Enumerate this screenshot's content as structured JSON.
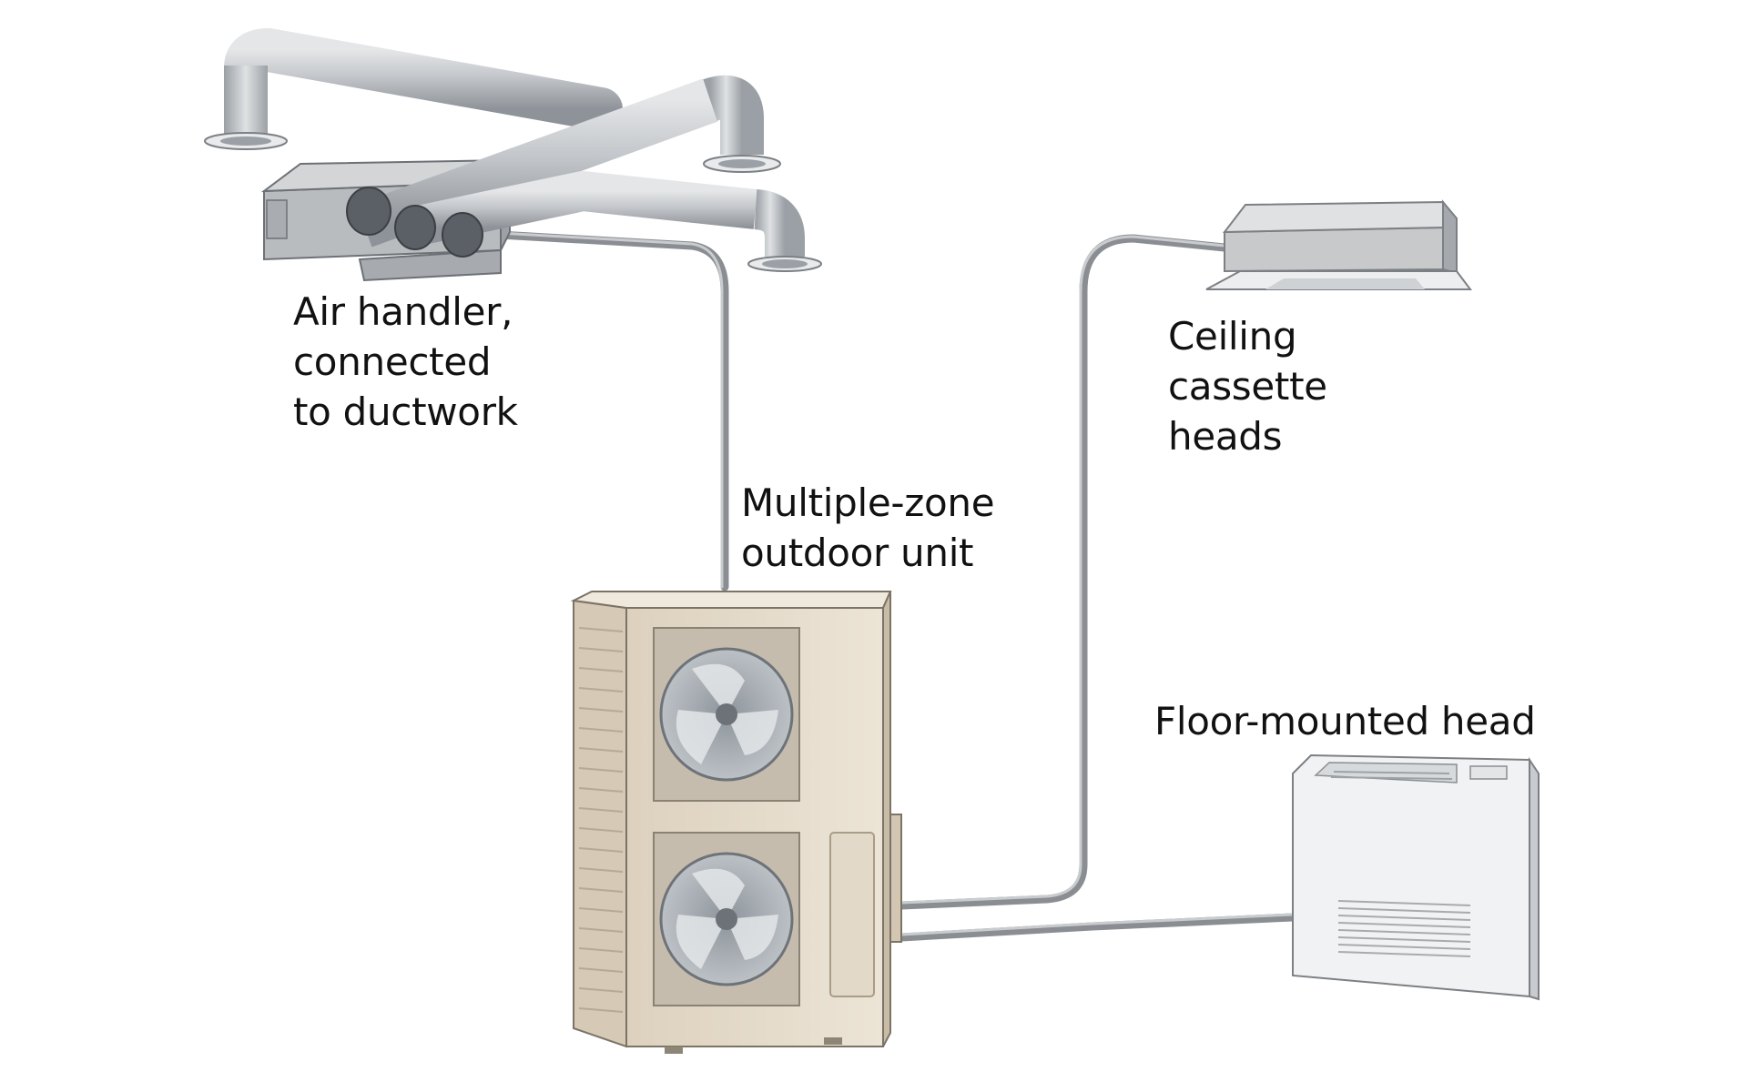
{
  "diagram": {
    "labels": {
      "air_handler": [
        "Air handler,",
        "connected",
        "to ductwork"
      ],
      "ceiling_cassette": [
        "Ceiling",
        "cassette",
        "heads"
      ],
      "outdoor_unit": [
        "Multiple-zone",
        "outdoor unit"
      ],
      "floor_head": [
        "Floor-mounted head"
      ]
    },
    "colors": {
      "duct": "#c3c6ca",
      "duct_shade": "#8e9399",
      "line_set": "#8a8e92",
      "outdoor_unit_body": "#e7ddcd",
      "outdoor_unit_shade": "#d2c5b1",
      "fan_grille": "#aeb3b8",
      "cassette": "#d9d9d9",
      "floor_head": "#f1f2f3"
    },
    "icons": [
      "air-handler-icon",
      "ductwork-icon",
      "ceiling-cassette-icon",
      "outdoor-unit-icon",
      "floor-head-icon"
    ]
  }
}
